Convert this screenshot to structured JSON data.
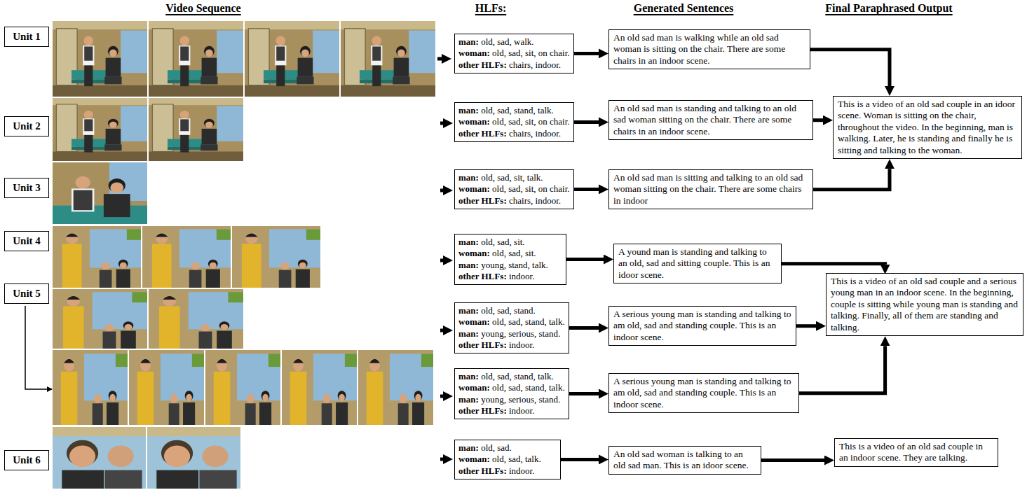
{
  "diagram": {
    "nodes": [
      {
        "text": [
          "Unit 1"
        ]
      },
      {
        "text": [
          "Unit 2"
        ]
      },
      {
        "text": [
          "Unit 3"
        ]
      },
      {
        "text": [
          "Unit 4"
        ]
      },
      {
        "text": [
          "Unit 5"
        ]
      },
      {
        "text": [
          "Unit 6"
        ]
      },
      {
        "text": [
          "man: old, sad, walk.",
          "woman: old, sad, sit, on chair.",
          "other HLFs: chairs, indoor."
        ]
      },
      {
        "text": [
          "man: old, sad, stand, talk.",
          "woman: old, sad, sit, on chair.",
          "other HLFs: chairs, indoor."
        ]
      },
      {
        "text": [
          "man: old, sad, sit, talk.",
          "woman: old, sad, sit, on chair.",
          "other HLFs: chairs, indoor."
        ]
      },
      {
        "text": [
          "man: old, sad, sit.",
          "woman: old, sad, sit.",
          "man: young, stand, talk.",
          "other HLFs: indoor."
        ]
      },
      {
        "text": [
          "man: old, sad, stand.",
          "woman: old, sad, stand, talk.",
          "man: young, serious, stand.",
          "other HLFs: indoor."
        ]
      },
      {
        "text": [
          "man: old, sad, stand, talk.",
          "woman: old, sad, stand, talk.",
          "man: young, serious, stand.",
          "other HLFs: indoor."
        ]
      },
      {
        "text": [
          "man: old, sad.",
          "woman: old, sad, talk.",
          "other HLFs: indoor."
        ]
      },
      {
        "text": [
          "An old sad man is walking while an old sad woman is sitting on the chair. There are some chairs in an indoor scene."
        ]
      },
      {
        "text": [
          "An old sad man is standing and talking to an old sad woman sitting on the chair. There are some chairs in an indoor scene."
        ]
      },
      {
        "text": [
          "An old sad man is sitting and talking to an old sad woman sitting on the chair. There are some chairs in indoor"
        ]
      },
      {
        "text": [
          "A yound man is standing and talking to an old, sad and sitting couple. This is an idoor scene."
        ]
      },
      {
        "text": [
          "A serious young man is standing and talking to am old, sad and standing couple. This is an indoor scene."
        ]
      },
      {
        "text": [
          "A serious young man is standing and talking to am old, sad and standing couple. This is an indoor scene."
        ]
      },
      {
        "text": [
          "An old sad woman is talking to an old sad man. This is an idoor scene."
        ]
      },
      {
        "text": [
          "This is a video of an old sad couple in an idoor scene. Woman is sitting on the chair, throughout the video. In the beginning, man is walking. Later, he is standing and finally he is sitting and talking to the woman."
        ]
      },
      {
        "text": [
          "This is a video of an old sad couple and a serious young man in an indoor scene. In the beginning, couple is sitting while young man is standing and talking. Finally, all of them are standing and talking."
        ]
      },
      {
        "text": [
          "This is a video of an old sad couple in an indoor scene. They are talking."
        ]
      }
    ],
    "edges": [
      {
        "from": 6,
        "to": 13,
        "arrow": "to"
      },
      {
        "from": 7,
        "to": 14,
        "arrow": "to"
      },
      {
        "from": 8,
        "to": 15,
        "arrow": "to"
      },
      {
        "from": 9,
        "to": 16,
        "arrow": "to"
      },
      {
        "from": 10,
        "to": 17,
        "arrow": "to"
      },
      {
        "from": 11,
        "to": 18,
        "arrow": "to"
      },
      {
        "from": 12,
        "to": 19,
        "arrow": "to"
      },
      {
        "from": 13,
        "to": 20,
        "arrow": "to"
      },
      {
        "from": 14,
        "to": 20,
        "arrow": "to"
      },
      {
        "from": 15,
        "to": 20,
        "arrow": "to"
      },
      {
        "from": 16,
        "to": 21,
        "arrow": "to"
      },
      {
        "from": 17,
        "to": 21,
        "arrow": "to"
      },
      {
        "from": 18,
        "to": 21,
        "arrow": "to"
      },
      {
        "from": 19,
        "to": 22,
        "arrow": "to"
      }
    ],
    "labels": [
      "Video Sequence",
      "HLFs:",
      "Generated Sentences",
      "Final Paraphrased Output"
    ]
  }
}
